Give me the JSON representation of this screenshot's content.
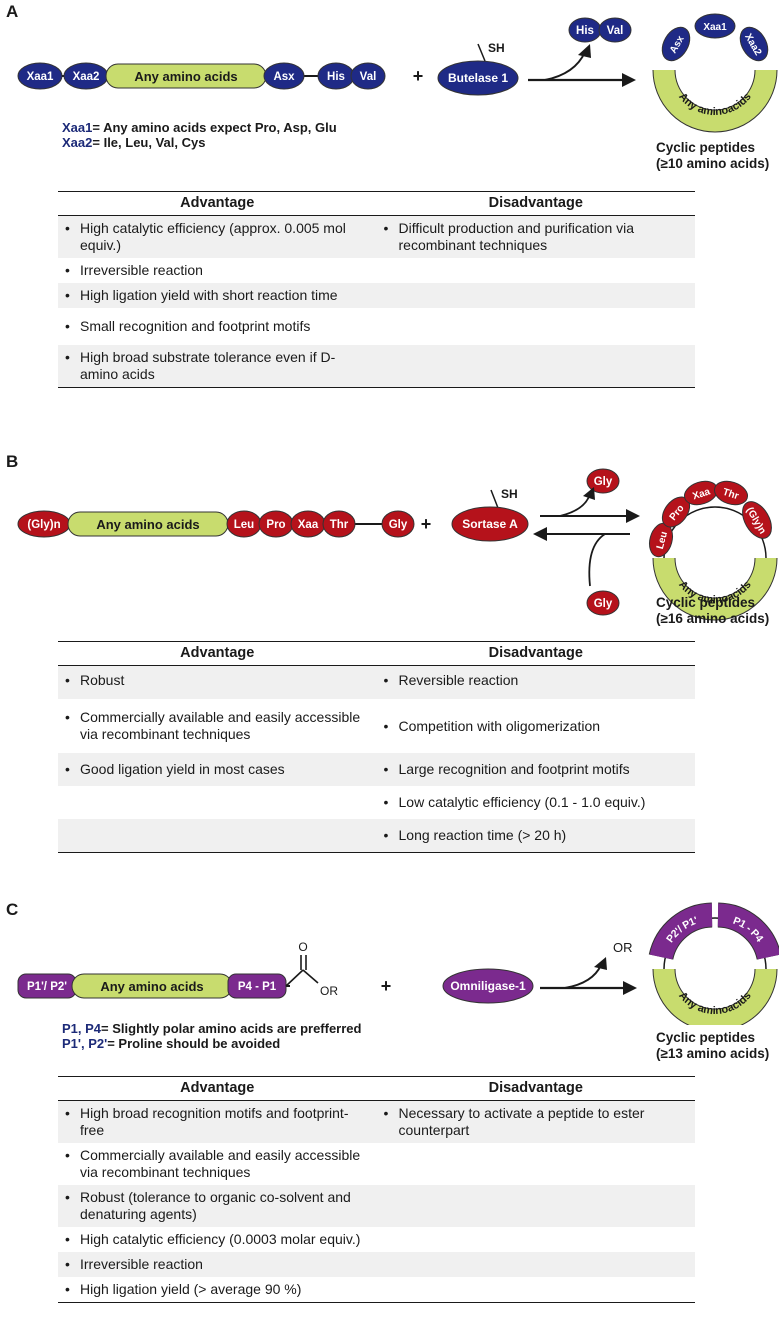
{
  "panels": [
    {
      "letter": "A",
      "scheme": {
        "substrate": [
          "Xaa1",
          "Xaa2",
          "Any amino acids",
          "Asx",
          "His",
          "Val"
        ],
        "plus": "+",
        "enzyme": "Butelase 1",
        "enzyme_group": "SH",
        "released": [
          "His",
          "Val"
        ],
        "product_ring": [
          "Asx",
          "Xaa1",
          "Xaa2",
          "Any aminoacids"
        ],
        "colors": {
          "residue": "#1f2a86",
          "core": "#c8dc6e",
          "border": "#333333"
        }
      },
      "notes": [
        {
          "key": "Xaa1",
          "text": "= Any amino acids expect Pro, Asp, Glu"
        },
        {
          "key": "Xaa2",
          "text": "= Ile, Leu, Val, Cys"
        }
      ],
      "product": {
        "line1": "Cyclic peptides",
        "line2": "(≥10 amino acids)"
      },
      "table": {
        "headers": {
          "advantage": "Advantage",
          "disadvantage": "Disadvantage"
        },
        "rows": [
          [
            "High catalytic efficiency (approx. 0.005 mol equiv.)",
            "Difficult production and purification via recombinant techniques"
          ],
          [
            "Irreversible reaction",
            ""
          ],
          [
            "High ligation yield with short reaction time",
            ""
          ],
          [
            "Small recognition and footprint motifs",
            ""
          ],
          [
            "High broad substrate tolerance even if D-amino acids",
            ""
          ]
        ]
      }
    },
    {
      "letter": "B",
      "scheme": {
        "substrate": [
          "(Gly)n",
          "Any amino acids",
          "Leu",
          "Pro",
          "Xaa",
          "Thr",
          "Gly"
        ],
        "plus": "+",
        "enzyme": "Sortase A",
        "enzyme_group": "SH",
        "released": [
          "Gly",
          "Gly"
        ],
        "product_ring": [
          "Leu",
          "Pro",
          "Xaa",
          "Thr",
          "(Gly)n",
          "Any aminoacids"
        ],
        "colors": {
          "residue": "#b5121b",
          "core": "#c8dc6e",
          "border": "#333333"
        }
      },
      "product": {
        "line1": "Cyclic peptides",
        "line2": "(≥16 amino acids)"
      },
      "table": {
        "headers": {
          "advantage": "Advantage",
          "disadvantage": "Disadvantage"
        },
        "rows": [
          [
            "Robust",
            "Reversible reaction"
          ],
          [
            "Commercially available and easily accessible via recombinant techniques",
            "Competition with oligomerization"
          ],
          [
            "Good ligation yield in most cases",
            "Large recognition and footprint motifs"
          ],
          [
            "",
            "Low catalytic efficiency (0.1 - 1.0 equiv.)"
          ],
          [
            "",
            "Long reaction time (> 20 h)"
          ]
        ]
      }
    },
    {
      "letter": "C",
      "scheme": {
        "substrate": [
          "P1'/ P2'",
          "Any amino acids",
          "P4 - P1"
        ],
        "ester": [
          "O",
          "OR"
        ],
        "plus": "+",
        "enzyme": "Omniligase-1",
        "released": [
          "OR"
        ],
        "product_ring": [
          "P2'/ P1'",
          "P1 - P4",
          "Any aminoacids"
        ],
        "colors": {
          "residue": "#7b2a8e",
          "core": "#c8dc6e",
          "border": "#333333"
        }
      },
      "notes": [
        {
          "key": "P1, P4",
          "text": "= Slightly polar amino acids are prefferred"
        },
        {
          "key": "P1', P2'",
          "text": "= Proline should be avoided"
        }
      ],
      "product": {
        "line1": "Cyclic peptides",
        "line2": "(≥13 amino acids)"
      },
      "table": {
        "headers": {
          "advantage": "Advantage",
          "disadvantage": "Disadvantage"
        },
        "rows": [
          [
            "High broad recognition motifs and footprint-free",
            "Necessary to activate a peptide to ester counterpart"
          ],
          [
            "Commercially available and easily accessible via recombinant techniques",
            ""
          ],
          [
            "Robust (tolerance to organic co-solvent and denaturing agents)",
            ""
          ],
          [
            "High catalytic efficiency (0.0003 molar equiv.)",
            ""
          ],
          [
            "Irreversible reaction",
            ""
          ],
          [
            "High ligation yield (> average 90 %)",
            ""
          ]
        ]
      }
    }
  ],
  "bullet": "•"
}
